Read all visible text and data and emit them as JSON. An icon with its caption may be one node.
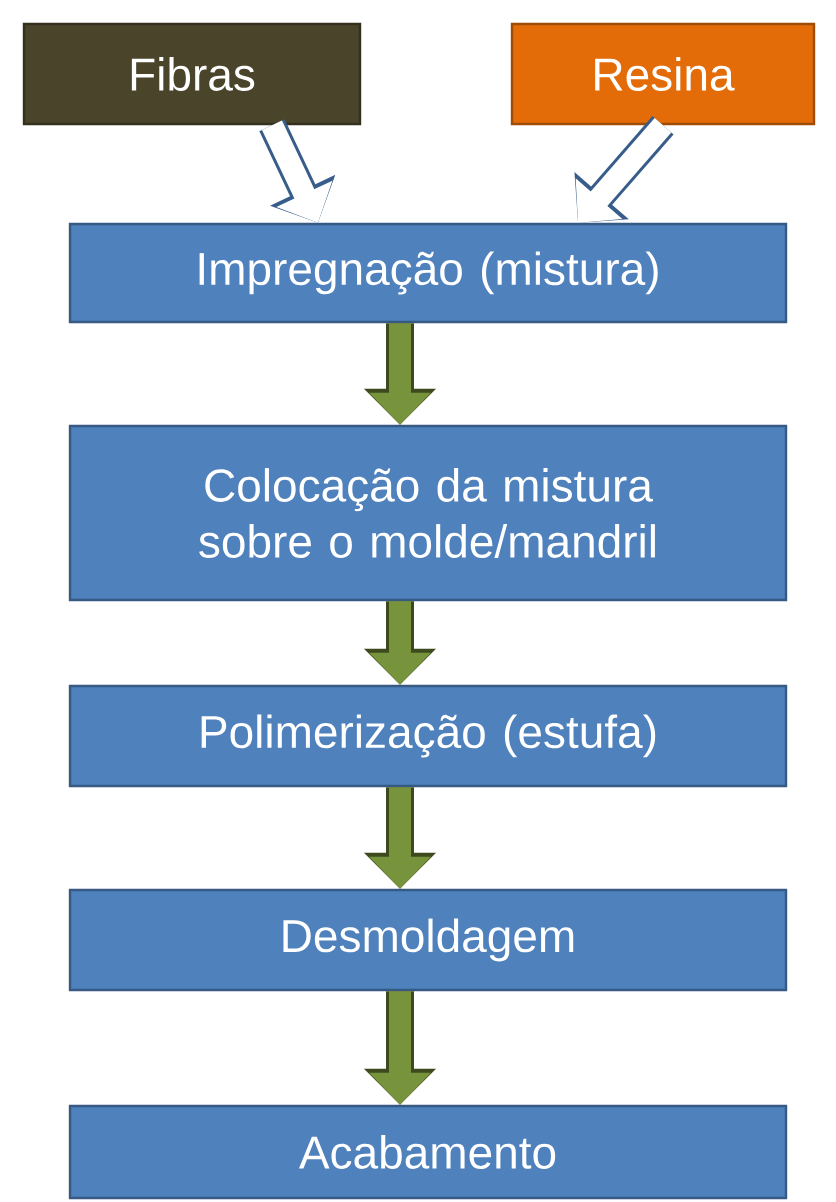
{
  "diagram": {
    "nodes": [
      {
        "text": [
          "Fibras"
        ]
      },
      {
        "text": [
          "Resina"
        ]
      },
      {
        "text": [
          "Impregnação (mistura)"
        ]
      },
      {
        "text": [
          "Colocação da mistura sobre o molde/mandril"
        ]
      },
      {
        "text": [
          "Polimerização (estufa)"
        ]
      },
      {
        "text": [
          "Desmoldagem"
        ]
      },
      {
        "text": [
          "Acabamento"
        ]
      }
    ],
    "edges": [
      {
        "from": 0,
        "to": 2,
        "arrow": "to",
        "color": "#ffffff"
      },
      {
        "from": 1,
        "to": 2,
        "arrow": "to",
        "color": "#ffffff"
      },
      {
        "from": 2,
        "to": 3,
        "arrow": "to"
      },
      {
        "from": 3,
        "to": 4,
        "arrow": "to"
      },
      {
        "from": 4,
        "to": 5,
        "arrow": "to"
      },
      {
        "from": 5,
        "to": 6,
        "arrow": "to"
      }
    ]
  }
}
